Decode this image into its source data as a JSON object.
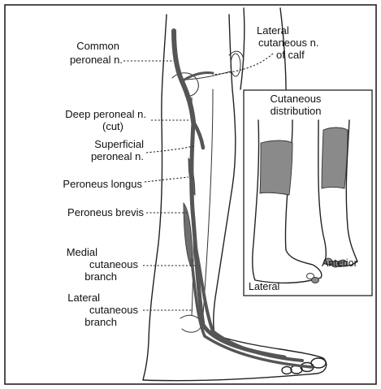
{
  "labels": {
    "common_peroneal": [
      "Common",
      "peroneal n."
    ],
    "lateral_cutaneous_calf": [
      "Lateral",
      "cutaneous n.",
      "of calf"
    ],
    "deep_peroneal": [
      "Deep peroneal n.",
      "(cut)"
    ],
    "superficial_peroneal": [
      "Superficial",
      "peroneal n."
    ],
    "peroneus_longus": "Peroneus longus",
    "peroneus_brevis": "Peroneus brevis",
    "medial_cutaneous_branch": [
      "Medial",
      "cutaneous",
      "branch"
    ],
    "lateral_cutaneous_branch": [
      "Lateral",
      "cutaneous",
      "branch"
    ]
  },
  "inset": {
    "title": [
      "Cutaneous",
      "distribution"
    ],
    "view_lateral": "Lateral",
    "view_anterior": "Anterior"
  },
  "colors": {
    "nerve": "#555555",
    "shading": "#8a8a8a",
    "line": "#222222"
  }
}
